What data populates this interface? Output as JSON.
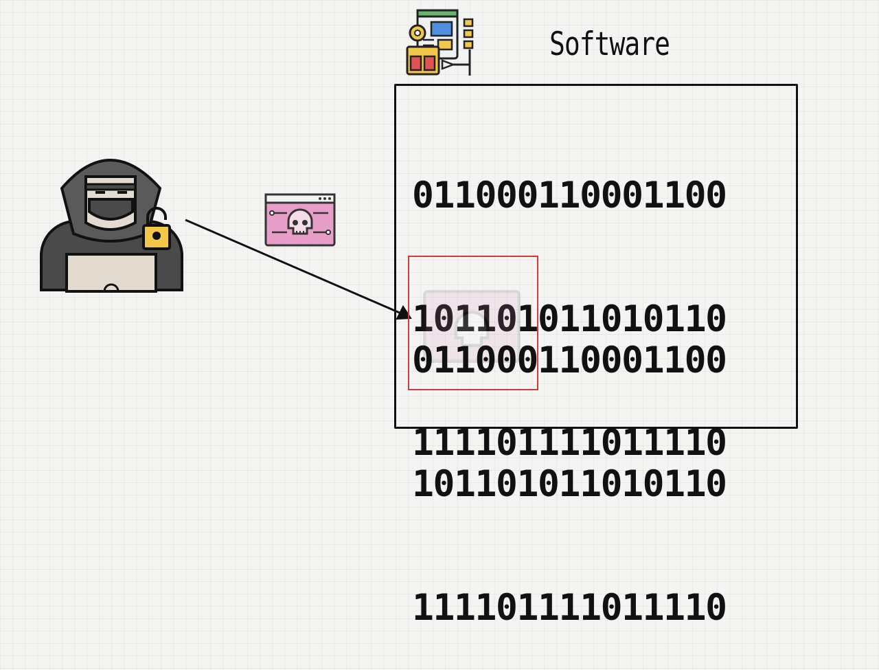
{
  "title": "Software",
  "code_top": {
    "lines": [
      "011000110001100",
      "101101011010110",
      "111101111011110"
    ]
  },
  "code_bottom": {
    "lines": [
      "011000110001100",
      "101101011010110",
      "111101111011110"
    ]
  },
  "colors": {
    "highlight": "#d03a3a",
    "malware_bg": "#e79fc9",
    "lock": "#f2c74a",
    "hood": "#4a4a4a",
    "ink": "#111111"
  },
  "icons": {
    "software": "software-window-gear-icon",
    "malware": "malware-skull-window-icon",
    "hacker": "hacker-with-laptop-icon",
    "lock": "padlock-icon"
  }
}
